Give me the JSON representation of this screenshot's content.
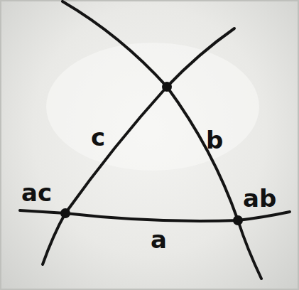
{
  "diagram": {
    "labels": [
      "c",
      "b",
      "ac",
      "ab",
      "a"
    ]
  }
}
